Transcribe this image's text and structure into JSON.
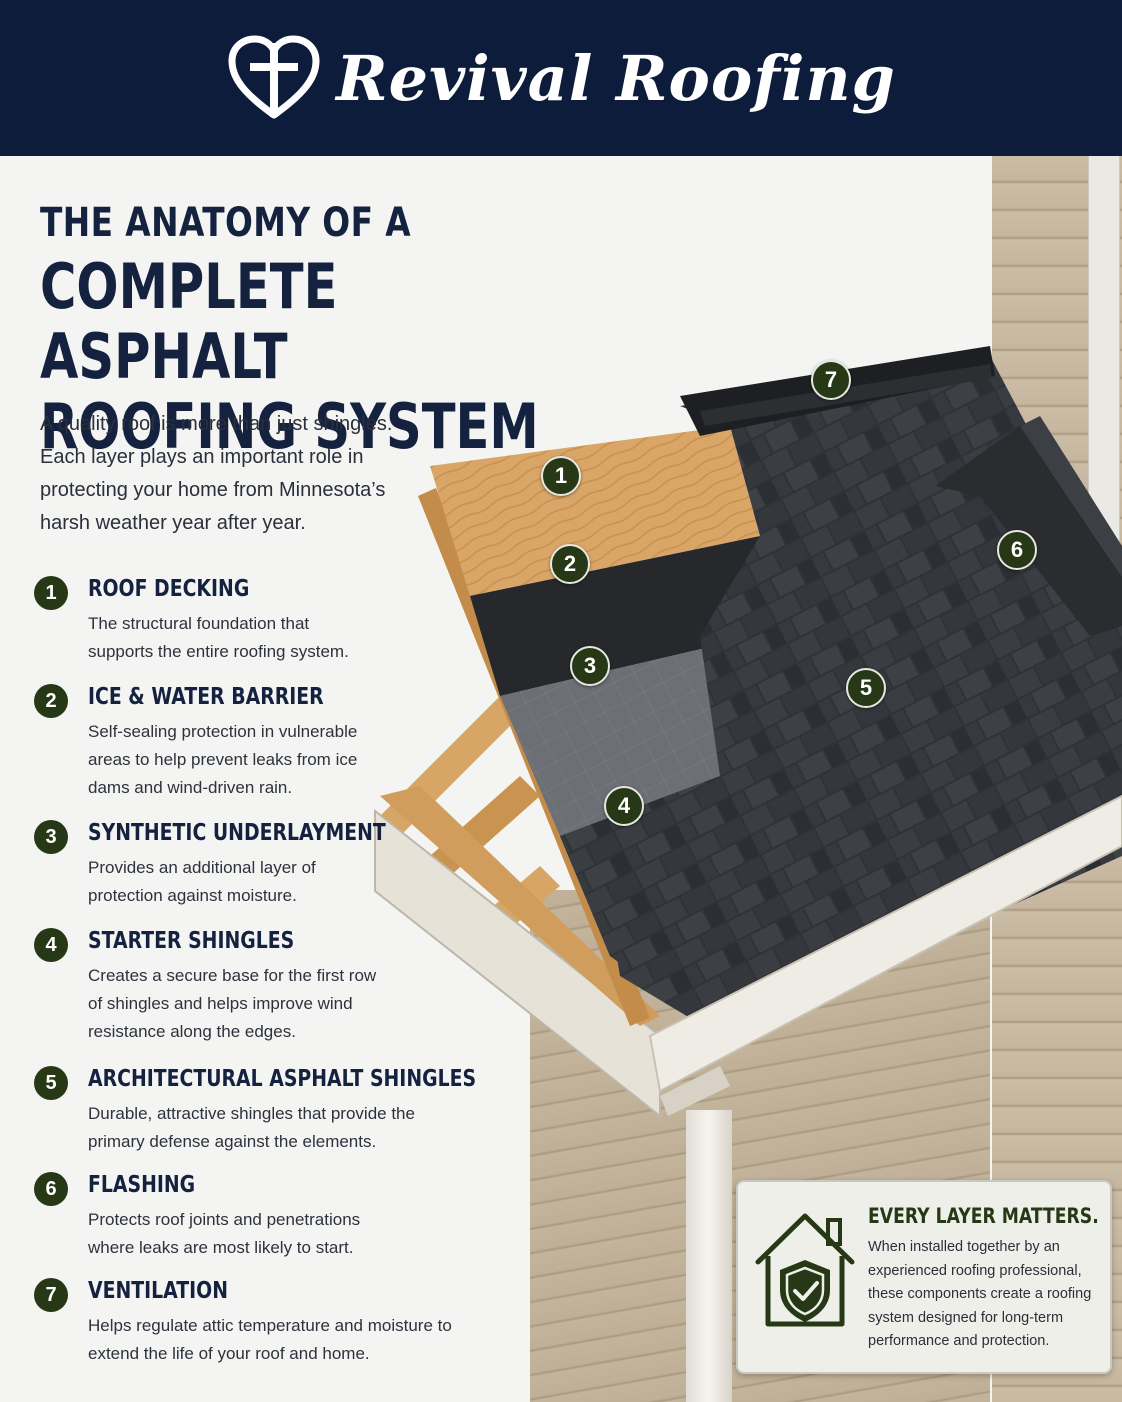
{
  "brand": {
    "name": "Revival Roofing",
    "logo_icon": "heart-cross-logo"
  },
  "headline": {
    "line_small": "THE ANATOMY OF A",
    "line_big_1": "COMPLETE ASPHALT",
    "line_big_2": "ROOFING SYSTEM"
  },
  "intro": "A quality roof is more than just shingles. Each layer plays an important role in protecting your home from Minnesota’s harsh weather year after year.",
  "layers": [
    {
      "num": "1",
      "title": "ROOF DECKING",
      "desc": "The structural foundation that supports the entire roofing system."
    },
    {
      "num": "2",
      "title": "ICE & WATER BARRIER",
      "desc": "Self-sealing protection in vulnerable areas to help prevent leaks from ice dams and wind-driven rain."
    },
    {
      "num": "3",
      "title": "SYNTHETIC UNDERLAYMENT",
      "desc": "Provides an additional layer of protection against moisture."
    },
    {
      "num": "4",
      "title": "STARTER SHINGLES",
      "desc": "Creates a secure base for the first row of shingles and helps improve wind resistance along the edges."
    },
    {
      "num": "5",
      "title": "ARCHITECTURAL ASPHALT SHINGLES",
      "desc": "Durable, attractive shingles that provide the primary defense against the elements."
    },
    {
      "num": "6",
      "title": "FLASHING",
      "desc": "Protects roof joints and penetrations where leaks are most likely to start."
    },
    {
      "num": "7",
      "title": "VENTILATION",
      "desc": "Helps regulate attic temperature and moisture to extend the life of your roof and home."
    }
  ],
  "callouts": [
    "1",
    "2",
    "3",
    "4",
    "5",
    "6",
    "7"
  ],
  "matters": {
    "icon": "house-shield-check-icon",
    "title": "EVERY LAYER MATTERS.",
    "text": "When installed together by an experienced roofing professional, these components create a roofing system designed for long-term performance and protection."
  },
  "colors": {
    "navy": "#0e1c3c",
    "badge_green": "#263816",
    "heading": "#14223f"
  }
}
